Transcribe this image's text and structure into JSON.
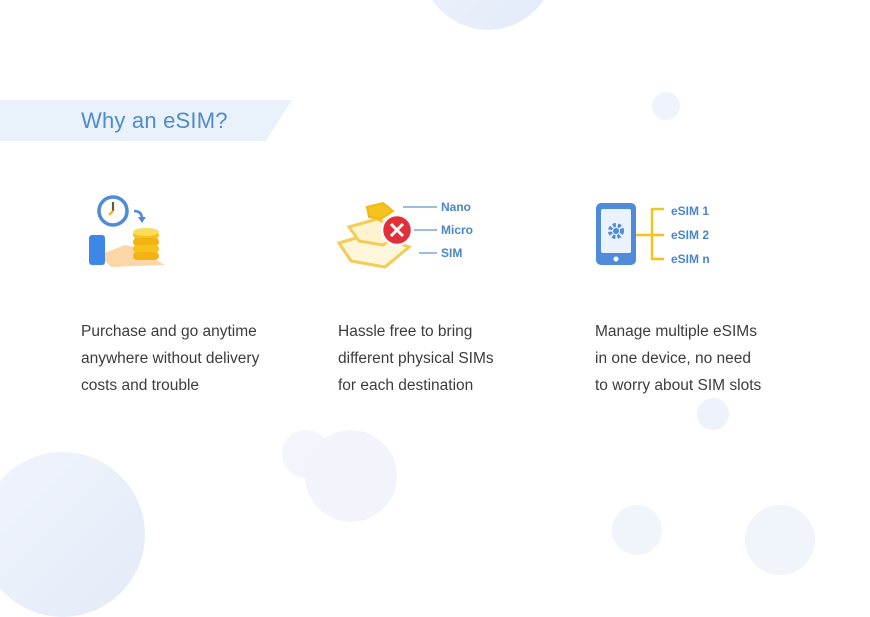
{
  "section": {
    "title": "Why an eSIM?"
  },
  "features": [
    {
      "icon": "clock-to-coins-icon",
      "lines": [
        "Purchase and go anytime",
        "anywhere without delivery",
        "costs and trouble"
      ]
    },
    {
      "icon": "sim-card-sizes-icon",
      "labels": [
        "Nano",
        "Micro",
        "SIM"
      ],
      "lines": [
        "Hassle free to bring",
        "different physical SIMs",
        "for each destination"
      ]
    },
    {
      "icon": "phone-multi-esim-icon",
      "labels": [
        "eSIM 1",
        "eSIM 2",
        "eSIM n"
      ],
      "lines": [
        "Manage multiple eSIMs",
        "in one device, no need",
        "to worry about SIM slots"
      ]
    }
  ],
  "colors": {
    "accent_blue": "#4f8bc9",
    "banner_bg": "#e9f1fb",
    "icon_yellow": "#f6c21c",
    "icon_red": "#e0303a",
    "text": "#3c3c3c"
  }
}
